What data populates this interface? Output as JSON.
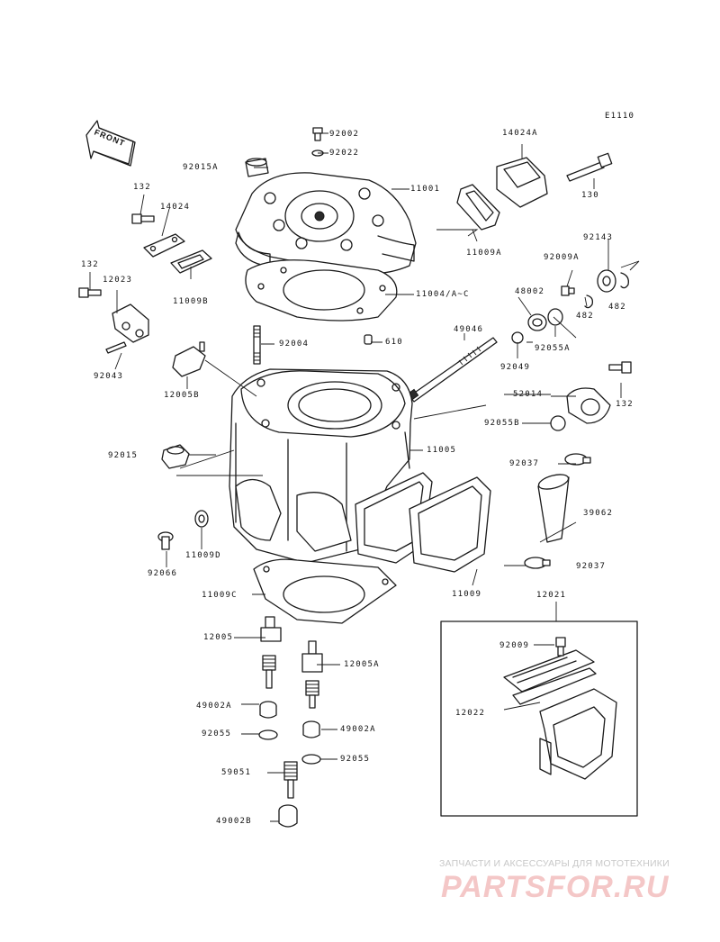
{
  "diagram_code": "E1110",
  "front_label": "FRONT",
  "labels": {
    "l92002": "92002",
    "l92022": "92022",
    "l92015A": "92015A",
    "l11001": "11001",
    "l14024A": "14024A",
    "l130": "130",
    "l132a": "132",
    "l14024": "14024",
    "l11009A": "11009A",
    "l132b": "132",
    "l12023": "12023",
    "l11009B": "11009B",
    "l11004": "11004/A~C",
    "l92143": "92143",
    "l92009A": "92009A",
    "l48002": "48002",
    "l482a": "482",
    "l482b": "482",
    "l92055A": "92055A",
    "l92004": "92004",
    "l610": "610",
    "l49046": "49046",
    "l92043": "92043",
    "l12005B": "12005B",
    "l92049": "92049",
    "l132c": "132",
    "l52014": "52014",
    "l92055B": "92055B",
    "l92015": "92015",
    "l11005": "11005",
    "l92037a": "92037",
    "l39062": "39062",
    "l92066": "92066",
    "l11009D": "11009D",
    "l92037b": "92037",
    "l11009C": "11009C",
    "l11009": "11009",
    "l12021": "12021",
    "l12005": "12005",
    "l12005A": "12005A",
    "l92009": "92009",
    "l12022": "12022",
    "l49002A_a": "49002A",
    "l92055_a": "92055",
    "l49002A_b": "49002A",
    "l92055_b": "92055",
    "l59051": "59051",
    "l49002B": "49002B"
  },
  "watermark": {
    "tagline": "ЗАПЧАСТИ И АКСЕССУАРЫ ДЛЯ МОТОТЕХНИКИ",
    "brand": "PARTSFOR.RU"
  }
}
